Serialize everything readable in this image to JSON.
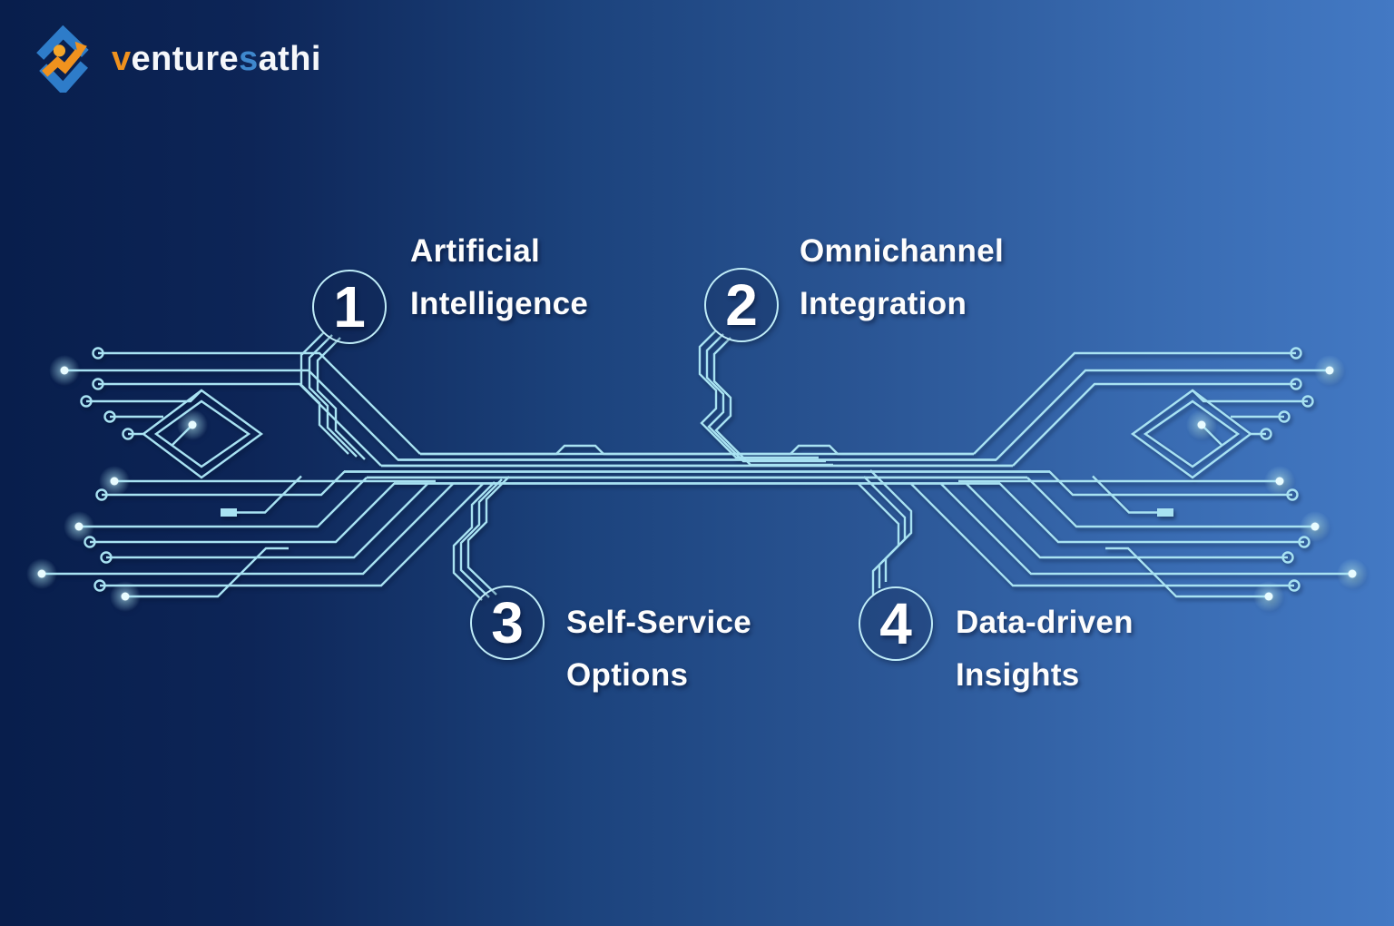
{
  "brand": {
    "part_v": "v",
    "part_enture": "enture",
    "part_s": "s",
    "part_athi": "athi"
  },
  "items": [
    {
      "number": "1",
      "line1": "Artificial",
      "line2": "Intelligence"
    },
    {
      "number": "2",
      "line1": "Omnichannel",
      "line2": "Integration"
    },
    {
      "number": "3",
      "line1": "Self-Service",
      "line2": "Options"
    },
    {
      "number": "4",
      "line1": "Data-driven",
      "line2": "Insights"
    }
  ],
  "colors": {
    "background_left": "#081e4c",
    "background_right": "#4379c4",
    "trace": "#a8e2f2",
    "brand_orange": "#f0921e",
    "brand_blue": "#3f88cd",
    "text": "#ffffff"
  },
  "icons": {
    "brand_logo": "growth-arrow-diamond-icon",
    "background_art": "circuit-board-traces"
  }
}
